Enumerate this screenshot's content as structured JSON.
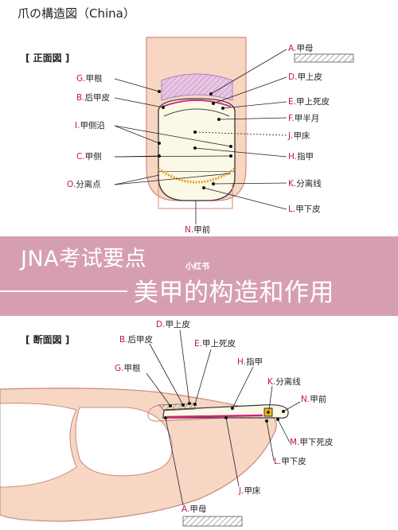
{
  "title": "爪の構造図（China）",
  "front_section": {
    "heading": "[ 正面図 ]"
  },
  "side_section": {
    "heading": "[ 断面図 ]"
  },
  "banner": {
    "top_text": "JNA考试要点",
    "watermark": "小红书",
    "bottom_text": "美甲的构造和作用"
  },
  "front_labels": {
    "A": {
      "code": "A.",
      "text": "甲母"
    },
    "D": {
      "code": "D.",
      "text": "甲上皮"
    },
    "E": {
      "code": "E.",
      "text": "甲上死皮"
    },
    "F": {
      "code": "F.",
      "text": "甲半月"
    },
    "J": {
      "code": "J.",
      "text": "甲床"
    },
    "H": {
      "code": "H.",
      "text": "指甲"
    },
    "K": {
      "code": "K.",
      "text": "分离线"
    },
    "L": {
      "code": "L.",
      "text": "甲下皮"
    },
    "N": {
      "code": "N.",
      "text": "甲前"
    },
    "G": {
      "code": "G.",
      "text": "甲根"
    },
    "B": {
      "code": "B.",
      "text": "后甲皮"
    },
    "I": {
      "code": "I.",
      "text": "甲侧沿"
    },
    "C": {
      "code": "C.",
      "text": "甲侧"
    },
    "O": {
      "code": "O.",
      "text": "分离点"
    }
  },
  "side_labels": {
    "D": {
      "code": "D.",
      "text": "甲上皮"
    },
    "B": {
      "code": "B.",
      "text": "后甲皮"
    },
    "E": {
      "code": "E.",
      "text": "甲上死皮"
    },
    "H": {
      "code": "H.",
      "text": "指甲"
    },
    "G": {
      "code": "G.",
      "text": "甲根"
    },
    "K": {
      "code": "K.",
      "text": "分离线"
    },
    "N": {
      "code": "N.",
      "text": "甲前"
    },
    "M": {
      "code": "M.",
      "text": "甲下死皮"
    },
    "L": {
      "code": "L.",
      "text": "甲下皮"
    },
    "J": {
      "code": "J.",
      "text": "甲床"
    },
    "A": {
      "code": "A.",
      "text": "甲母"
    }
  },
  "colors": {
    "finger_fill": "#f7d6c4",
    "finger_stroke": "#d08a7a",
    "nail_fill": "#fcf8e6",
    "matrix_fill": "#e2bfe0",
    "pink_line": "#d61f7c",
    "separation_dots": "#e8a020",
    "banner_bg": "#d69fb1"
  }
}
